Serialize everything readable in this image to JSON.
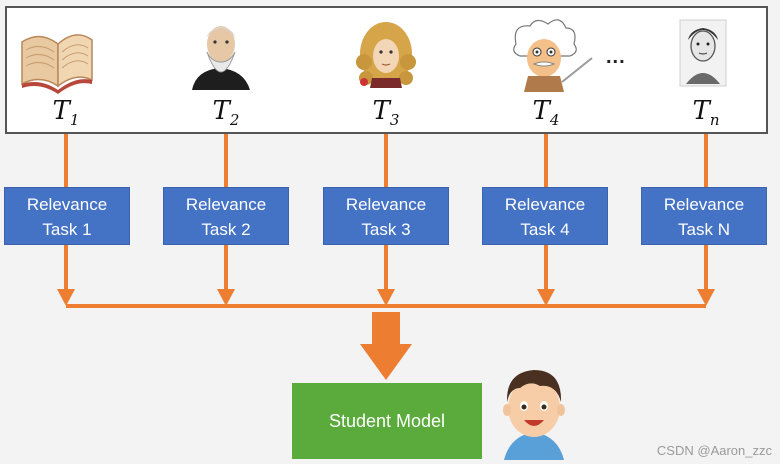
{
  "teachers": [
    {
      "symbol": "T",
      "sub": "1",
      "icon": "book-icon"
    },
    {
      "symbol": "T",
      "sub": "2",
      "icon": "bearded-scientist-icon"
    },
    {
      "symbol": "T",
      "sub": "3",
      "icon": "curly-wig-scientist-icon"
    },
    {
      "symbol": "T",
      "sub": "4",
      "icon": "einstein-cartoon-icon"
    },
    {
      "symbol": "T",
      "sub": "n",
      "icon": "turing-portrait-icon"
    }
  ],
  "ellipsis": "...",
  "tasks": [
    {
      "line1": "Relevance",
      "line2": "Task 1"
    },
    {
      "line1": "Relevance",
      "line2": "Task 2"
    },
    {
      "line1": "Relevance",
      "line2": "Task 3"
    },
    {
      "line1": "Relevance",
      "line2": "Task 4"
    },
    {
      "line1": "Relevance",
      "line2": "Task N"
    }
  ],
  "student": {
    "label": "Student Model",
    "icon": "student-face-icon"
  },
  "watermark": "CSDN @Aaron_zzc",
  "colors": {
    "task_fill": "#4472c4",
    "student_fill": "#5aab3c",
    "arrow": "#ed7d31"
  }
}
